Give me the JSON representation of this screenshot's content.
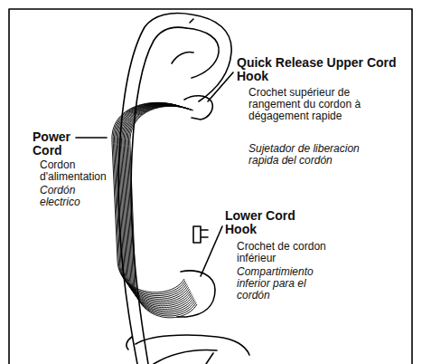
{
  "diagram": {
    "labels": [
      "Power Cord",
      "Cordon d'alimentation",
      "Cordón electrico",
      "Quick Release Upper Cord Hook",
      "Crochet supérieur de rangement du cordon à dégagement rapide",
      "Sujetador de liberacion rapida del cordón",
      "Lower Cord Hook",
      "Crochet de cordon inférieur",
      "Compartimiento inferior para el cordón"
    ]
  }
}
